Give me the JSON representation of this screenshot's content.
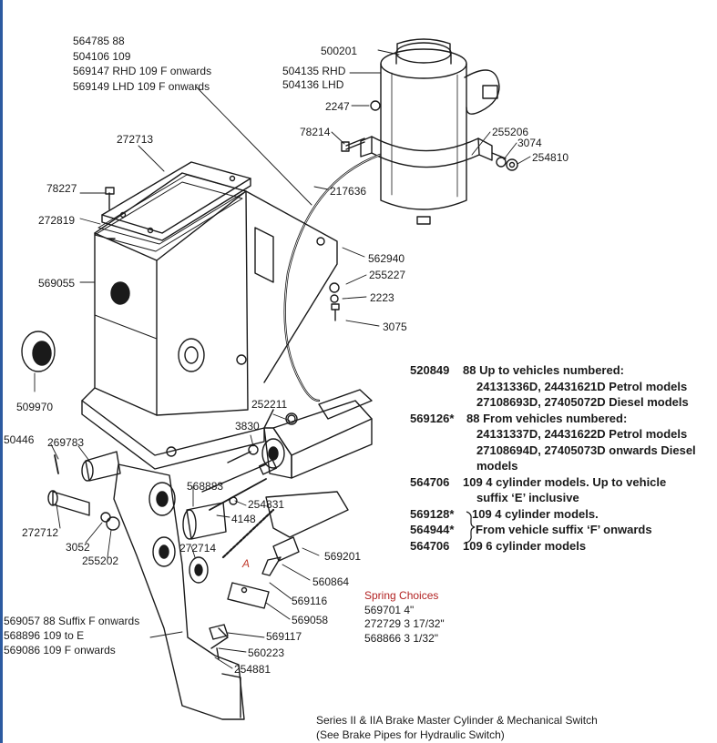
{
  "labels": {
    "l_500201": "500201",
    "l_2247": "2247",
    "l_78214": "78214",
    "l_255206": "255206",
    "l_3074": "3074",
    "l_254810": "254810",
    "l_272713": "272713",
    "l_78227": "78227",
    "l_272819": "272819",
    "l_569055": "569055",
    "l_217636": "217636",
    "l_562940": "562940",
    "l_255227": "255227",
    "l_2223": "2223",
    "l_3075": "3075",
    "l_509970": "509970",
    "l_252211": "252211",
    "l_3830": "3830",
    "l_50446": "50446",
    "l_269783": "269783",
    "l_568883": "568883",
    "l_254831": "254831",
    "l_4148": "4148",
    "l_272714": "272714",
    "l_272712": "272712",
    "l_3052": "3052",
    "l_255202": "255202",
    "l_A": "A",
    "l_569201": "569201",
    "l_560864": "560864",
    "l_569116": "569116",
    "l_569058": "569058",
    "l_569117": "569117",
    "l_560223": "560223",
    "l_254881": "254881"
  },
  "top_block": {
    "line1": "564785 88",
    "line2": "504106 109",
    "line3": "569147 RHD 109 F onwards",
    "line4": "569149 LHD 109 F onwards"
  },
  "reservoir_block": {
    "line1": "504135 RHD",
    "line2": "504136 LHD"
  },
  "pedal_block": {
    "line1": "569057 88 Suffix F onwards",
    "line2": "568896 109 to E",
    "line3": "569086 109 F onwards"
  },
  "notes": [
    {
      "part": "520849",
      "text": "88  Up to vehicles numbered:"
    },
    {
      "part": "",
      "text": "24131336D, 24431621D Petrol models"
    },
    {
      "part": "",
      "text": "27108693D, 27405072D Diesel models"
    },
    {
      "part": "569126*",
      "text": "88 From vehicles numbered:"
    },
    {
      "part": "",
      "text": "24131337D, 24431622D Petrol models"
    },
    {
      "part": "",
      "text": "27108694D, 27405073D onwards Diesel"
    },
    {
      "part": "",
      "text": "models"
    },
    {
      "part": "564706",
      "text": "109 4 cylinder models. Up to vehicle"
    },
    {
      "part": "",
      "text": "suffix ‘E’ inclusive"
    },
    {
      "part": "569128*",
      "text": "109 4 cylinder models."
    },
    {
      "part": "564944*",
      "text": "From vehicle suffix ‘F’ onwards"
    },
    {
      "part": "564706",
      "text": "109 6 cylinder models"
    }
  ],
  "spring": {
    "title": "Spring Choices",
    "line1": "569701 4\"",
    "line2": "272729 3 17/32\"",
    "line3": "568866 3 1/32\""
  },
  "caption": {
    "line1": "Series II & IIA Brake Master Cylinder & Mechanical Switch",
    "line2": "(See Brake Pipes for Hydraulic Switch)"
  },
  "colors": {
    "ink": "#1a1a1a",
    "spring_title": "#b22222",
    "red_letter": "#c0392b",
    "left_edge": "#2c5aa0"
  }
}
